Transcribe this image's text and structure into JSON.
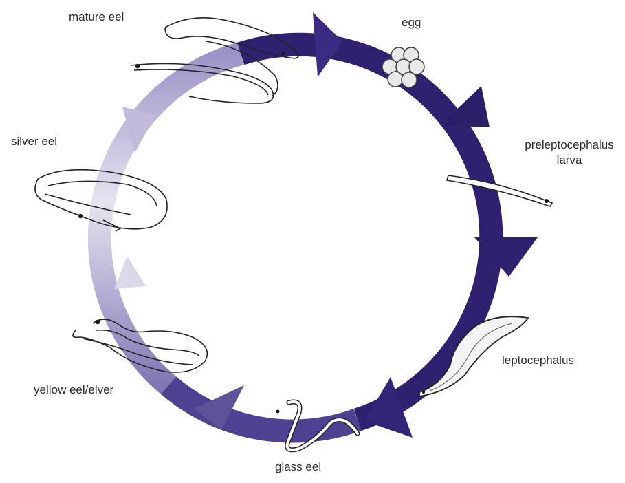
{
  "diagram": {
    "stages": [
      {
        "id": "egg",
        "label": "egg"
      },
      {
        "id": "preleptocephalus",
        "label": "preleptocephalus",
        "label2": "larva"
      },
      {
        "id": "leptocephalus",
        "label": "leptocephalus"
      },
      {
        "id": "glass-eel",
        "label": "glass eel"
      },
      {
        "id": "yellow-eel",
        "label": "yellow eel/elver"
      },
      {
        "id": "silver-eel",
        "label": "silver eel"
      },
      {
        "id": "mature-eel",
        "label": "mature eel"
      }
    ],
    "colors": {
      "dark": "#2e1f6b",
      "mid": "#5a4d99",
      "light": "#c9c3e0",
      "faint": "#e8e6f2"
    }
  }
}
